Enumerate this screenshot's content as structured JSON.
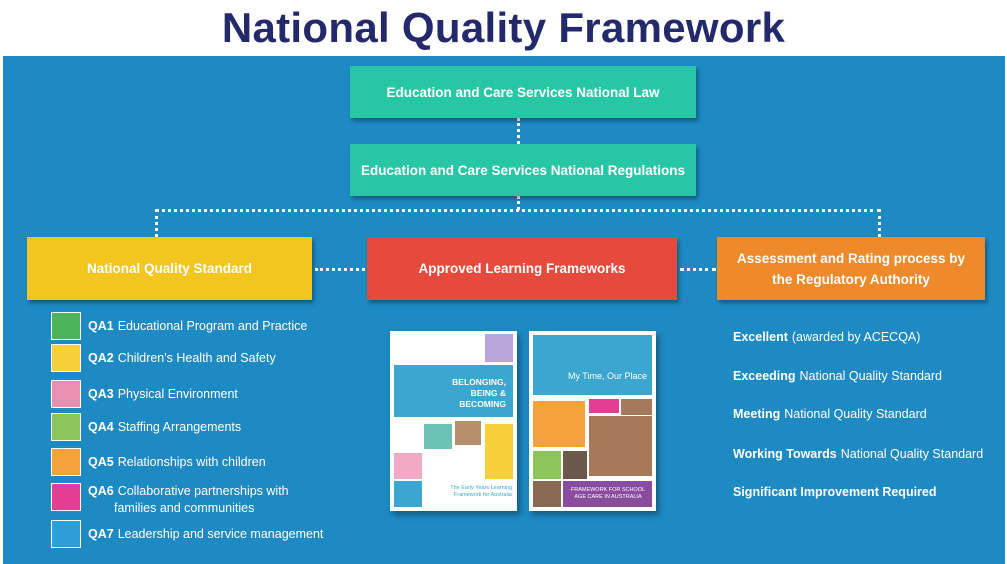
{
  "title": "National Quality Framework",
  "boxes": {
    "law": "Education and Care Services National Law",
    "regulations": "Education and Care Services National Regulations",
    "nqs": "National Quality Standard",
    "alf": "Approved Learning Frameworks",
    "arp": "Assessment and Rating process by the Regulatory Authority"
  },
  "quality_areas": [
    {
      "code": "QA1",
      "label": "Educational Program and Practice",
      "color": "#4cb55a"
    },
    {
      "code": "QA2",
      "label": "Children's Health and Safety",
      "color": "#f7cf3a"
    },
    {
      "code": "QA3",
      "label": "Physical Environment",
      "color": "#e98fb0"
    },
    {
      "code": "QA4",
      "label": "Staffing Arrangements",
      "color": "#8cc55a"
    },
    {
      "code": "QA5",
      "label": "Relationships with children",
      "color": "#f6a23c"
    },
    {
      "code": "QA6",
      "label": "Collaborative partnerships with",
      "label2": "families and communities",
      "color": "#e33e93"
    },
    {
      "code": "QA7",
      "label": "Leadership and service management",
      "color": "#2d9fd8"
    }
  ],
  "ratings": [
    {
      "bold": "Excellent",
      "rest": "(awarded by ACECQA)"
    },
    {
      "bold": "Exceeding",
      "rest": "National Quality Standard"
    },
    {
      "bold": "Meeting",
      "rest": "National Quality Standard"
    },
    {
      "bold": "Working Towards",
      "rest": "National Quality Standard"
    },
    {
      "bold": "Significant Improvement Required",
      "rest": ""
    }
  ],
  "books": {
    "eylf": {
      "title": "BELONGING, BEING & BECOMING",
      "subtitle": "The Early Years Learning Framework for Australia"
    },
    "mtop": {
      "title": "My Time, Our Place",
      "subtitle": "FRAMEWORK FOR SCHOOL AGE CARE IN AUSTRALIA"
    }
  },
  "colors": {
    "panel": "#1d8ac4",
    "title": "#23296b",
    "teal": "#27c7a6",
    "yellow": "#f2c61f",
    "red": "#e64a3c",
    "orange": "#ef8a2a"
  }
}
